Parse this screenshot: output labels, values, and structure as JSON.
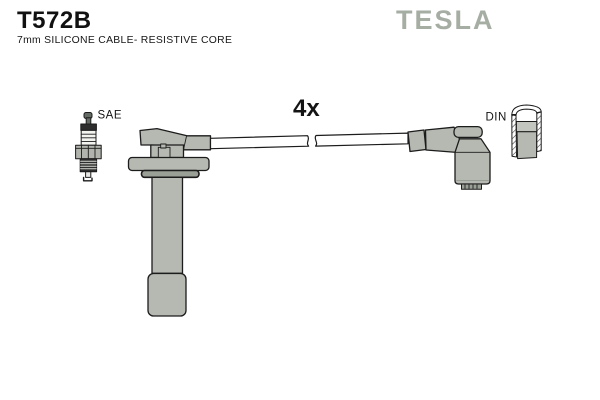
{
  "header": {
    "part_number": "T572B",
    "subtitle": "7mm SILICONE CABLE- RESISTIVE CORE",
    "brand": "TESLA"
  },
  "diagram_labels": {
    "plug_standard": "SAE",
    "quantity": "4x",
    "connector_standard": "DIN"
  },
  "colors": {
    "boot_gray": "#b5b9b1",
    "ring_gray": "#9aa096",
    "brand_gray": "#a6aea4",
    "outline": "#1c1c1c",
    "cable_fill": "#ffffff"
  }
}
